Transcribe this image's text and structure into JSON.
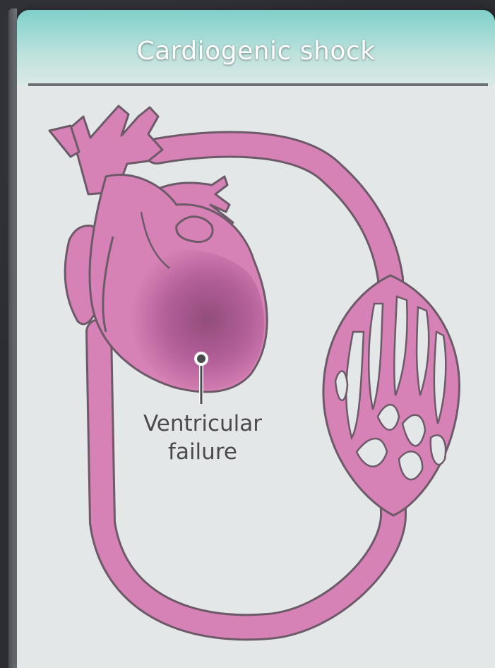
{
  "title": "Cardiogenic shock",
  "label": {
    "line1": "Ventricular",
    "line2": "failure"
  },
  "colors": {
    "vessel": "#d782b6",
    "vessel_outline": "#6d5a68",
    "failure_shade": "#8d4a78",
    "header_teal": "#7fd0c9",
    "panel": "#e4e7e8"
  }
}
